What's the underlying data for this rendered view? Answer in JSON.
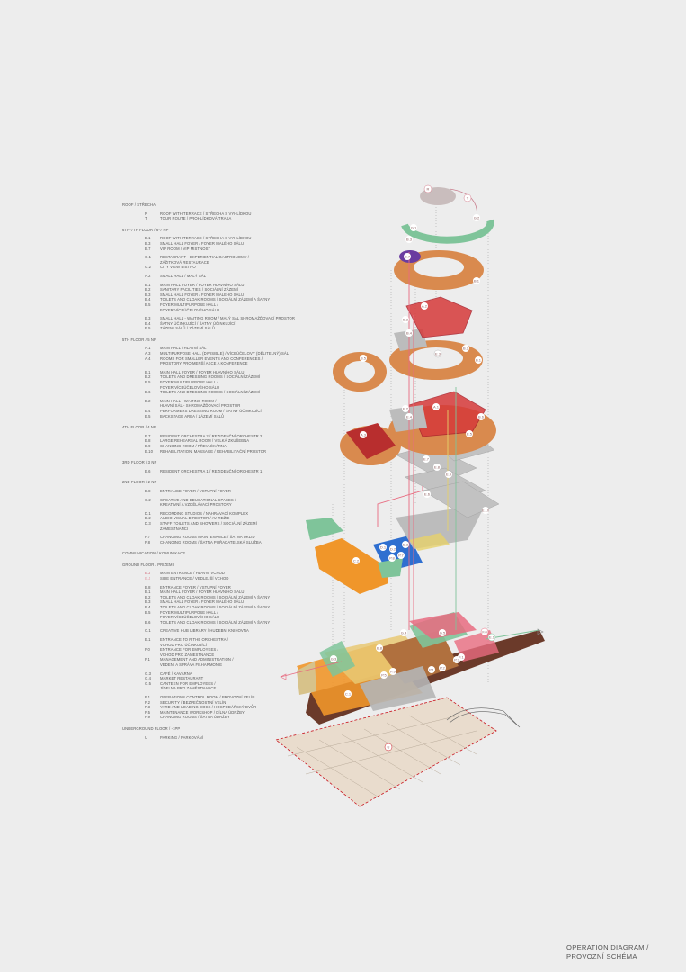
{
  "legend": {
    "floors": [
      {
        "title": "ROOF / STŘECHA",
        "groups": [
          [
            {
              "code": "R",
              "label": "ROOF WITH TERRACE / STŘECHA S VYHLÍDKOU"
            },
            {
              "code": "T",
              "label": "TOUR ROUTE / PROHLÍDKOVÁ TRASA"
            }
          ]
        ]
      },
      {
        "title": "6TH-7TH FLOOR / 6-7 NP",
        "groups": [
          [
            {
              "code": "B.1",
              "label": "ROOF WITH TERRACE / STŘECHA S VYHLÍDKOU"
            },
            {
              "code": "B.3",
              "label": "SMALL HALL FOYER / FOYER MALÉHO SÁLU"
            },
            {
              "code": "B.7",
              "label": "VIP ROOM / VIP MÍSTNOST"
            }
          ],
          [
            {
              "code": "G.1",
              "label": "RESTAURANT - EXPERIENTIAL GASTRONOMY /"
            },
            {
              "code": "",
              "label": "ZÁŽITKOVÁ RESTAURACE"
            },
            {
              "code": "G.2",
              "label": "CITY VIEW BISTRO"
            }
          ],
          [
            {
              "code": "A.2",
              "label": "SMALL HALL / MALÝ SÁL"
            }
          ],
          [
            {
              "code": "B.1",
              "label": "MAIN HALL FOYER / FOYER HLAVNÍHO SÁLU"
            },
            {
              "code": "B.2",
              "label": "SANITARY FACILITIES / SOCIÁLNÍ ZÁZEMÍ"
            },
            {
              "code": "B.3",
              "label": "SMALL HALL FOYER / FOYER MALÉHO SÁLU"
            },
            {
              "code": "B.4",
              "label": "TOILETS AND CLOAK ROOMS / SOCIÁLNÍ ZÁZEMÍ A ŠATNY"
            },
            {
              "code": "B.5",
              "label": "FOYER MULTIPURPOSE HALL /"
            },
            {
              "code": "",
              "label": "FOYER VÍCEÚČELOVÉHO SÁLU"
            }
          ],
          [
            {
              "code": "E.3",
              "label": "SMALL HALL - WAITING ROOM / MALÝ SÁL SHROMAŽĎOVACÍ PROSTOR"
            },
            {
              "code": "E.4",
              "label": "ŠATNY ÚČINKUJÍCÍ / ŠATNY ÚČINKUJÍCÍ"
            },
            {
              "code": "E.5",
              "label": "ZÁZEMÍ SÁLŮ / ZÁZEMÍ SÁLŮ"
            }
          ]
        ]
      },
      {
        "title": "5TH FLOOR / 5 NP",
        "groups": [
          [
            {
              "code": "A.1",
              "label": "MAIN HALL / HLAVNÍ SÁL"
            },
            {
              "code": "A.3",
              "label": "MULTIPURPOSE HALL (DIVISIBLE) / VÍCEÚČELOVÝ (DĚLITELNÝ) SÁL"
            },
            {
              "code": "A.4",
              "label": "ROOMS FOR SMALLER EVENTS AND CONFERENCES /"
            },
            {
              "code": "",
              "label": "PROSTORY PRO MENŠÍ AKCE A KONFERENCE"
            }
          ],
          [
            {
              "code": "B.1",
              "label": "MAIN HALL FOYER / FOYER HLAVNÍHO SÁLU"
            },
            {
              "code": "B.2",
              "label": "TOILETS AND DRESSING ROOMS / SOCIÁLNÍ ZÁZEMÍ"
            },
            {
              "code": "B.5",
              "label": "FOYER MULTIPURPOSE HALL /"
            },
            {
              "code": "",
              "label": "FOYER VÍCEÚČELOVÉHO SÁLU"
            },
            {
              "code": "B.6",
              "label": "TOILETS AND DRESSING ROOMS / SOCIÁLNÍ ZÁZEMÍ"
            }
          ],
          [
            {
              "code": "E.2",
              "label": "MAIN HALL - WAITING ROOM /"
            },
            {
              "code": "",
              "label": "HLAVNÍ SÁL - SHROMAŽĎOVACÍ PROSTOR"
            },
            {
              "code": "E.4",
              "label": "PERFORMERS DRESSING ROOM / ŠATNY ÚČINKUJÍCÍ"
            },
            {
              "code": "E.5",
              "label": "BACKSTAGE AREA / ZÁZEMÍ SÁLŮ"
            }
          ]
        ]
      },
      {
        "title": "4TH FLOOR / 4 NP",
        "groups": [
          [
            {
              "code": "E.7",
              "label": "RESIDENT ORCHESTRA 2 / REZIDENČNÍ ORCHESTR 2"
            },
            {
              "code": "E.8",
              "label": "LARGE REHEARSAL ROOM / VELKÁ ZKUŠEBNA"
            },
            {
              "code": "E.9",
              "label": "CHANGING ROOM / PŘEVLÉKÁRNA"
            },
            {
              "code": "E.10",
              "label": "REHABILITATION, MASSAGE / REHABILITAČNÍ PROSTOR"
            }
          ]
        ]
      },
      {
        "title": "3RD FLOOR / 3 NP",
        "groups": [
          [
            {
              "code": "E.6",
              "label": "RESIDENT ORCHESTRA 1 / REZIDENČNÍ ORCHESTR 1"
            }
          ]
        ]
      },
      {
        "title": "2ND FLOOR / 2 NP",
        "groups": [
          [
            {
              "code": "B.8",
              "label": "ENTRANCE FOYER / VSTUPNÍ FOYER"
            }
          ],
          [
            {
              "code": "C.2",
              "label": "CREATIVE AND EDUCATIONAL SPACES /"
            },
            {
              "code": "",
              "label": "KREATIVNÍ A VZDĚLÁVACÍ PROSTORY"
            }
          ],
          [
            {
              "code": "D.1",
              "label": "RECORDING STUDIOS / NAHRÁVACÍ KOMPLEX"
            },
            {
              "code": "D.2",
              "label": "AUDIO VISUAL DIRECTOR / AV REŽIE"
            },
            {
              "code": "D.3",
              "label": "STAFF TOILETS AND SHOWERS / SOCIÁLNÍ ZÁZEMÍ"
            },
            {
              "code": "",
              "label": "ZAMĚSTNANCI"
            }
          ],
          [
            {
              "code": "P.7",
              "label": "CHANGING ROOMS MAINTENANCE / ŠATNA ÚKLID"
            },
            {
              "code": "P.8",
              "label": "CHANGING ROOMS / ŠATNA POŘADATELSKÁ SLUŽBA"
            }
          ]
        ]
      },
      {
        "title": "COMMUNICATION / KOMUNIKACE",
        "groups": []
      },
      {
        "title": "GROUND FLOOR / PŘÍZEMÍ",
        "groups": [
          [
            {
              "code": "E.J",
              "label": "MAIN ENTRANCE / HLAVNÍ VCHOD",
              "color": "red"
            },
            {
              "code": "E.J",
              "label": "SIDE ENTRANCE / VEDLEJŠÍ VCHOD",
              "color": "pink"
            }
          ],
          [
            {
              "code": "B.8",
              "label": "ENTRANCE FOYER / VSTUPNÍ FOYER"
            },
            {
              "code": "B.1",
              "label": "MAIN HALL FOYER / FOYER HLAVNÍHO SÁLU"
            },
            {
              "code": "B.2",
              "label": "TOILETS AND CLOAK ROOMS / SOCIÁLNÍ ZÁZEMÍ A ŠATNY"
            },
            {
              "code": "B.3",
              "label": "SMALL HALL FOYER / FOYER MALÉHO SÁLU"
            },
            {
              "code": "B.4",
              "label": "TOILETS AND CLOAK ROOMS / SOCIÁLNÍ ZÁZEMÍ A ŠATNY"
            },
            {
              "code": "B.5",
              "label": "FOYER MULTIPURPOSE HALL /"
            },
            {
              "code": "",
              "label": "FOYER VÍCEÚČELOVÉHO SÁLU"
            },
            {
              "code": "B.6",
              "label": "TOILETS AND CLOAK ROOMS / SOCIÁLNÍ ZÁZEMÍ A ŠATNY"
            }
          ],
          [
            {
              "code": "C.1",
              "label": "CREATIVE HUB LIBRARY / HUDEBNÍ KNIHOVNA"
            }
          ],
          [
            {
              "code": "E.1",
              "label": "ENTRANCE TO R THE ORCHESTRA /"
            },
            {
              "code": "",
              "label": "VCHOD PRO ÚČINKUJÍCÍ"
            },
            {
              "code": "F.0",
              "label": "ENTRANCE FOR EMPLOYEES /"
            },
            {
              "code": "",
              "label": "VCHOD PRO ZAMĚSTNANCE"
            },
            {
              "code": "F.1",
              "label": "MANAGEMENT AND ADMINISTRATION /"
            },
            {
              "code": "",
              "label": "VEDENÍ A SPRÁVA FILHARMONIE"
            }
          ],
          [
            {
              "code": "G.3",
              "label": "CAFÉ / KAVÁRNA"
            },
            {
              "code": "G.4",
              "label": "MARKET RESTAURANT"
            },
            {
              "code": "G.5",
              "label": "CANTEEN FOR EMPLOYEES /"
            },
            {
              "code": "",
              "label": "JÍDELNA PRO ZAMĚSTNANCE"
            }
          ],
          [
            {
              "code": "P.1",
              "label": "OPERATIONS CONTROL ROOM / PROVOZNÍ VELÍN"
            },
            {
              "code": "P.2",
              "label": "SECURITY / BEZPEČNOSTNÍ VELÍN"
            },
            {
              "code": "P.3",
              "label": "YARD AND LOADING DOCK / HOSPODÁŘSKÝ DVŮR"
            },
            {
              "code": "P.5",
              "label": "MAINTENANCE WORKSHOP / DÍLNA ÚDRŽBY"
            },
            {
              "code": "P.9",
              "label": "CHANGING ROOMS / ŠATNA ÚDRŽBY"
            }
          ]
        ]
      },
      {
        "title": "UNDERGROUND FLOOR / -1PP",
        "groups": [
          [
            {
              "code": "U",
              "label": "PARKING / PARKOVÁNÍ"
            }
          ]
        ]
      }
    ]
  },
  "caption": {
    "line1": "OPERATION DIAGRAM /",
    "line2": "PROVOZNÍ SCHÉMA"
  },
  "diagram": {
    "badges": {
      "roof": "R",
      "tour": "T",
      "g2": "G.2",
      "g1": "G.1",
      "b3_top": "B.3",
      "b7": "B.7",
      "b1_top": "B.1",
      "a2": "A.2",
      "b3": "B.3",
      "b4": "B.4",
      "b2": "B.2",
      "b1": "B.1",
      "b5": "B.5",
      "e3": "E.3",
      "a1": "A.1",
      "a3": "A.3",
      "e2": "E.2",
      "e4": "E.4",
      "e5": "E.5",
      "b6": "B.6",
      "e7": "E.7",
      "e8": "E.8",
      "e9": "E.9",
      "e6": "E.6",
      "e10": "E.10",
      "c2": "C.2",
      "d1": "D.1",
      "d2": "D.2",
      "d3": "D.3",
      "p7": "P.7",
      "p8": "P.8",
      "g3": "G.3",
      "g4": "G.4",
      "g5": "G.5",
      "b8": "B.8",
      "c1": "C.1",
      "e1": "E.1",
      "f0": "F.0",
      "f1": "F.1",
      "p1": "P.1",
      "p2": "P.2",
      "p3": "P.3",
      "p5": "P.5",
      "p9": "P.9",
      "u": "U"
    },
    "colors": {
      "orange_wood": "#d98a4e",
      "green": "#7fc49a",
      "red_hall": "#d63a3a",
      "grey": "#b5b5b5",
      "orange": "#f0962a",
      "blue": "#2f6fd0",
      "pink": "#e86b80",
      "brown": "#6b3a2a",
      "yellow": "#e6d16a",
      "parking": "#e9dccd"
    }
  }
}
